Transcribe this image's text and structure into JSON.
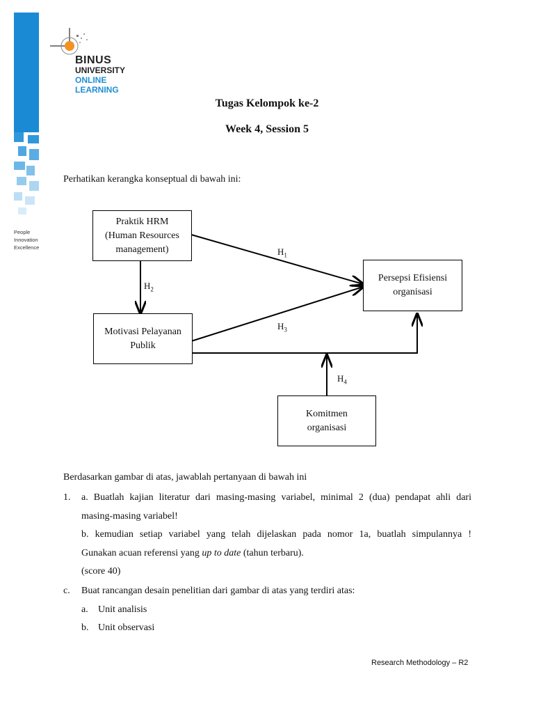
{
  "branding": {
    "logo_line1": "BINUS",
    "logo_line2": "UNIVERSITY",
    "logo_line3": "ONLINE",
    "logo_line4": "LEARNING",
    "tagline_1": "People",
    "tagline_2": "Innovation",
    "tagline_3": "Excellence",
    "accent_color": "#1a8ad4",
    "logo_orange": "#f39221"
  },
  "header": {
    "title": "Tugas Kelompok ke-2",
    "subtitle": "Week 4, Session 5"
  },
  "intro": "Perhatikan kerangka konseptual di bawah ini:",
  "diagram": {
    "box_hrm": [
      "Praktik HRM",
      "(Human Resources",
      "management)"
    ],
    "box_motivasi": [
      "Motivasi Pelayanan",
      "Publik"
    ],
    "box_efisiensi": [
      "Persepsi Efisiensi",
      "organisasi"
    ],
    "box_komitmen": [
      "Komitmen",
      "organisasi"
    ],
    "h1": "H",
    "h1_sub": "1",
    "h2": "H",
    "h2_sub": "2",
    "h3": "H",
    "h3_sub": "3",
    "h4": "H",
    "h4_sub": "4"
  },
  "questions": {
    "lead": "Berdasarkan gambar di atas, jawablah pertanyaan di bawah ini",
    "q1_num": "1.",
    "q1a_line1": "a. Buatlah kajian literatur dari masing-masing variabel, minimal 2 (dua) pendapat ahli dari",
    "q1a_line2": "masing-masing variabel!",
    "q1b_line1": "b. kemudian setiap variabel yang telah dijelaskan pada nomor 1a, buatlah simpulannya !",
    "q1b_line2_pre": "Gunakan acuan referensi yang ",
    "q1b_line2_em": "up to date",
    "q1b_line2_post": " (tahun terbaru).",
    "q1_score": "(score 40)",
    "qc_num": "c.",
    "qc_text": "Buat rancangan desain penelitian dari gambar di atas yang terdiri atas:",
    "qc_a_num": "a.",
    "qc_a": "Unit analisis",
    "qc_b_num": "b.",
    "qc_b": "Unit observasi"
  },
  "footer": "Research Methodology – R2"
}
